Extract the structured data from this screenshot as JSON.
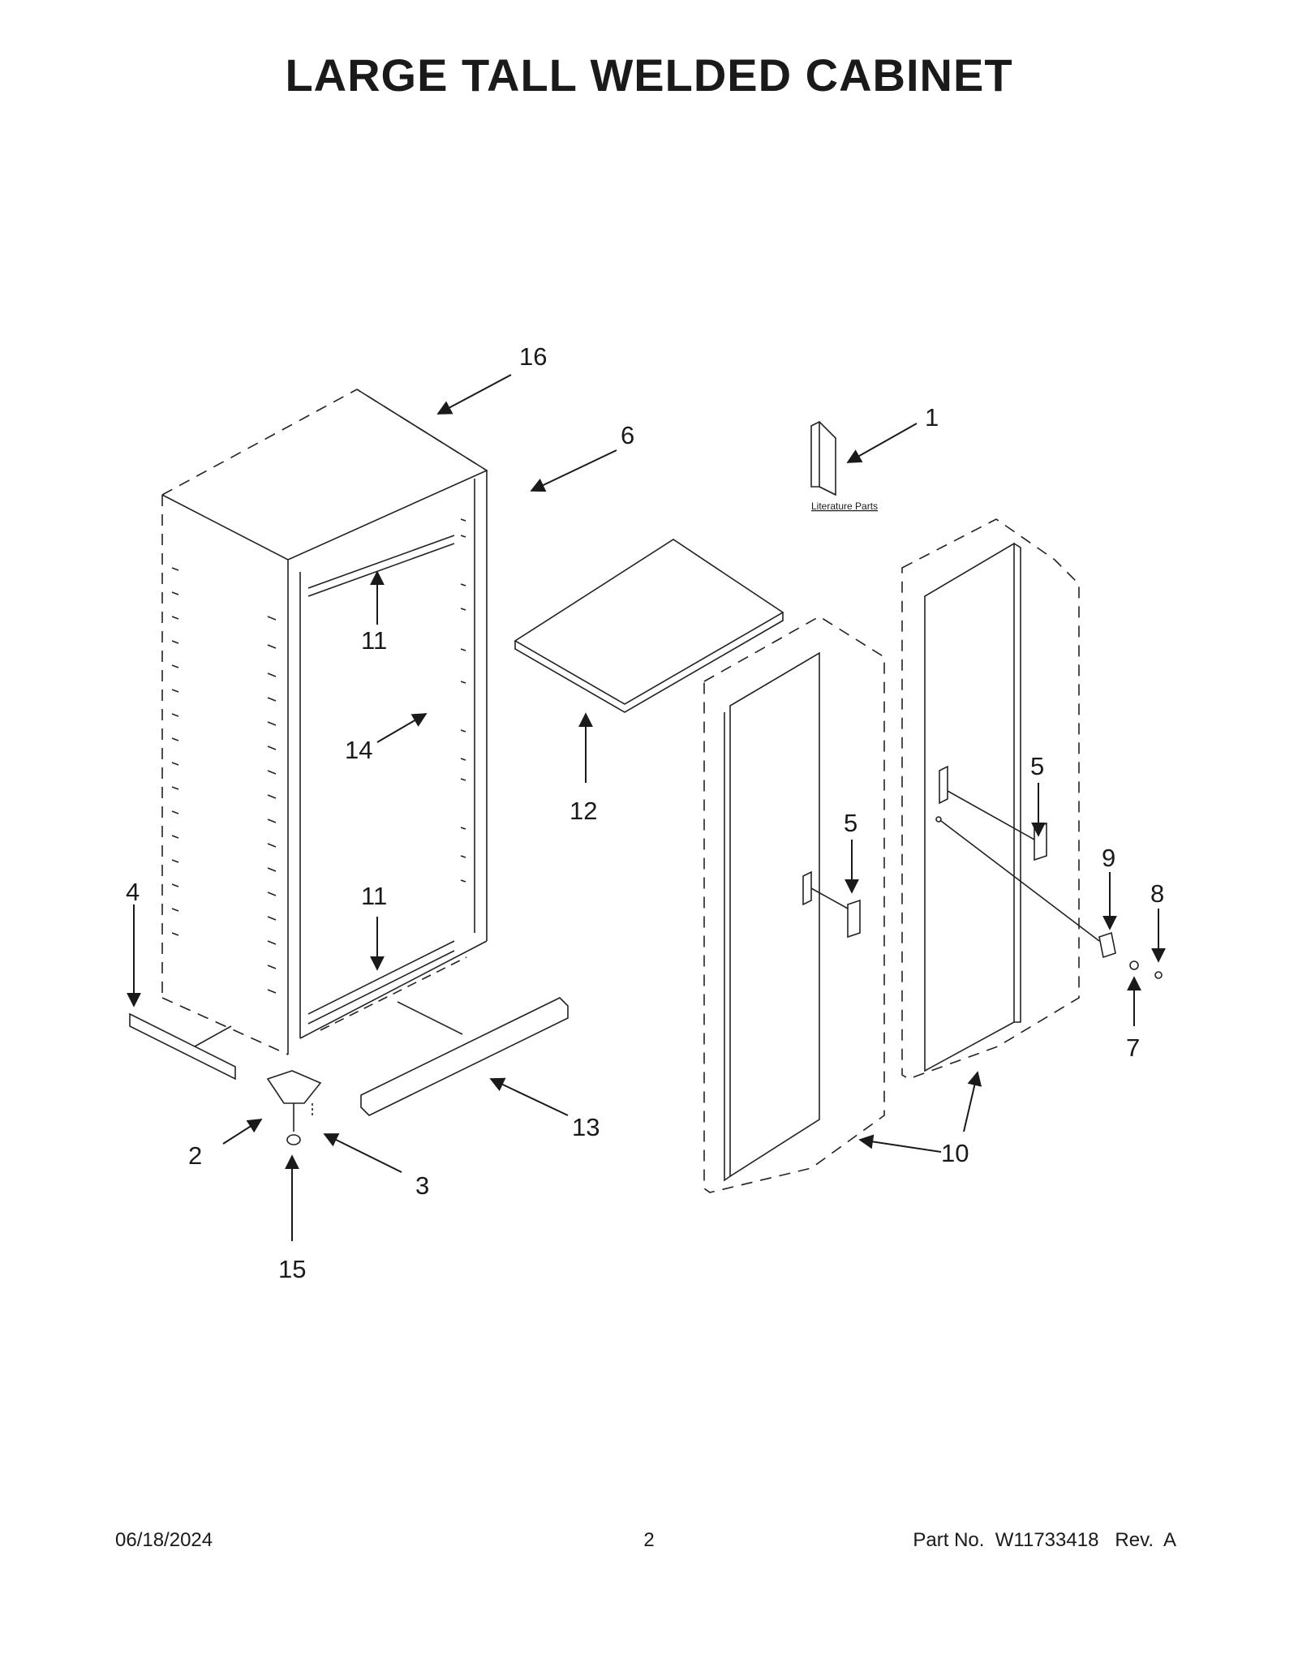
{
  "title": "LARGE TALL WELDED CABINET",
  "literature_label": "Literature Parts",
  "callouts": [
    "1",
    "2",
    "3",
    "4",
    "5",
    "5",
    "6",
    "7",
    "8",
    "9",
    "10",
    "11",
    "11",
    "12",
    "13",
    "14",
    "15",
    "16"
  ],
  "footer": {
    "date": "06/18/2024",
    "page": "2",
    "part": "Part No.  W11733418   Rev.  A"
  }
}
